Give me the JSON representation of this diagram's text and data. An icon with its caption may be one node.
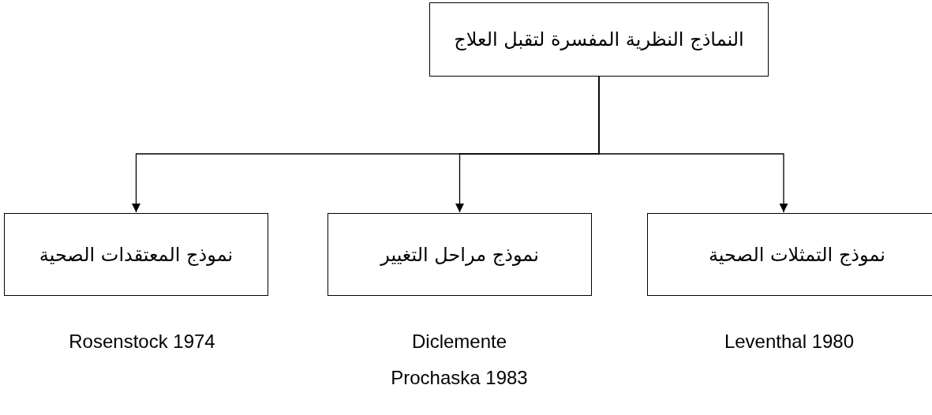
{
  "diagram": {
    "nodes": [
      {
        "text": [
          "النماذج النظرية المفسرة لتقبل العلاج"
        ]
      },
      {
        "text": [
          "نموذج المعتقدات الصحية"
        ],
        "beside": [
          "Rosenstock 1974"
        ]
      },
      {
        "text": [
          "نموذج مراحل التغيير"
        ],
        "beside": [
          "Diclemente Prochaska 1983"
        ]
      },
      {
        "text": [
          "نموذج التمثلات الصحية"
        ],
        "beside": [
          "Leventhal 1980"
        ]
      }
    ],
    "edges": [
      {
        "from": 0,
        "to": 1,
        "arrow": "to"
      },
      {
        "from": 0,
        "to": 2,
        "arrow": "to"
      },
      {
        "from": 0,
        "to": 3,
        "arrow": "to"
      }
    ]
  }
}
